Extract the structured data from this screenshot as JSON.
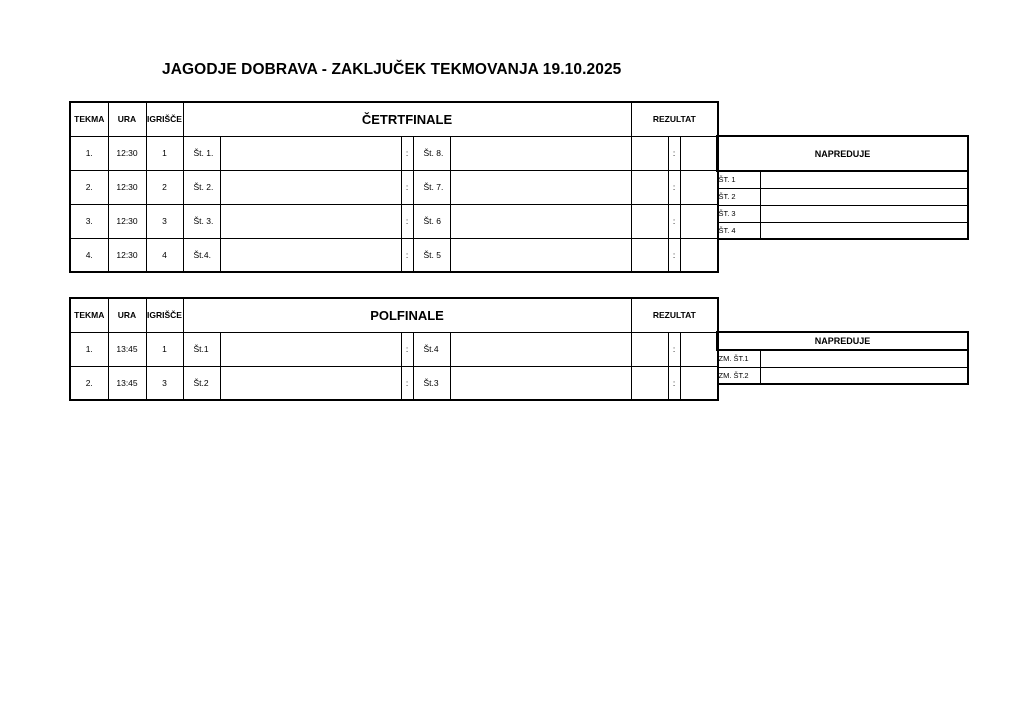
{
  "title": "JAGODJE DOBRAVA - ZAKLJUČEK TEKMOVANJA 19.10.2025",
  "headers": {
    "tekma": "TEKMA",
    "ura": "URA",
    "igrisce": "IGRIŠČE",
    "rezultat": "REZULTAT",
    "separator": ":"
  },
  "quarterfinal": {
    "stage": "ČETRTFINALE",
    "matches": [
      {
        "tekma": "1.",
        "ura": "12:30",
        "igrisce": "1",
        "team1": "Št. 1.",
        "team2": "Št. 8."
      },
      {
        "tekma": "2.",
        "ura": "12:30",
        "igrisce": "2",
        "team1": "Št. 2.",
        "team2": "Št. 7."
      },
      {
        "tekma": "3.",
        "ura": "12:30",
        "igrisce": "3",
        "team1": "Št. 3.",
        "team2": "Št. 6"
      },
      {
        "tekma": "4.",
        "ura": "12:30",
        "igrisce": "4",
        "team1": "Št.4.",
        "team2": "Št. 5"
      }
    ],
    "advances": {
      "heading": "NAPREDUJE",
      "rows": [
        "ŠT. 1",
        "ŠT. 2",
        "ŠT. 3",
        "ŠT. 4"
      ]
    }
  },
  "semifinal": {
    "stage": "POLFINALE",
    "matches": [
      {
        "tekma": "1.",
        "ura": "13:45",
        "igrisce": "1",
        "team1": "Št.1",
        "team2": "Št.4"
      },
      {
        "tekma": "2.",
        "ura": "13:45",
        "igrisce": "3",
        "team1": "Št.2",
        "team2": "Št.3"
      }
    ],
    "advances": {
      "heading": "NAPREDUJE",
      "rows": [
        "ZM. ŠT.1",
        "ZM. ŠT.2"
      ]
    }
  }
}
